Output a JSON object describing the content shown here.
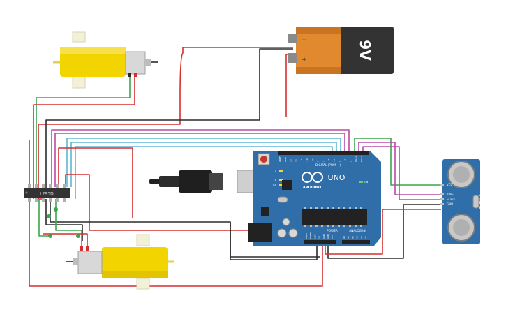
{
  "battery": {
    "label": "9V",
    "plus": "+",
    "minus": "−"
  },
  "driver": {
    "label": "L293D"
  },
  "arduino": {
    "brand": "ARDUINO",
    "model": "UNO",
    "digital_label": "DIGITAL (PWM ~)",
    "analog_label": "ANALOG IN",
    "power_label": "POWER",
    "led_l": "L",
    "led_tx": "TX",
    "led_rx": "RX",
    "on_label": "ON",
    "header_top_pins": [
      "AREF",
      "GND",
      "13",
      "12",
      "~11",
      "~10",
      "~9",
      "8",
      "7",
      "~6",
      "~5",
      "4",
      "~3",
      "2",
      "TX→1",
      "RX←0"
    ],
    "header_power_pins": [
      "IOREF",
      "RESET",
      "3.3V",
      "5V",
      "GND",
      "GND",
      "Vin"
    ],
    "header_analog_pins": [
      "A0",
      "A1",
      "A2",
      "A3",
      "A4",
      "A5"
    ]
  },
  "sensor": {
    "label": "HC-SR04",
    "pins": [
      "VCC",
      "TRIG",
      "ECHO",
      "GND"
    ]
  },
  "colors": {
    "wire_red": "#d62f2f",
    "wire_black": "#2b2b2b",
    "wire_green": "#3aa64a",
    "wire_magenta": "#b84aa6",
    "wire_cyan": "#5fb7d4",
    "board_blue": "#2f6ea8",
    "motor_yellow": "#f1d400"
  }
}
